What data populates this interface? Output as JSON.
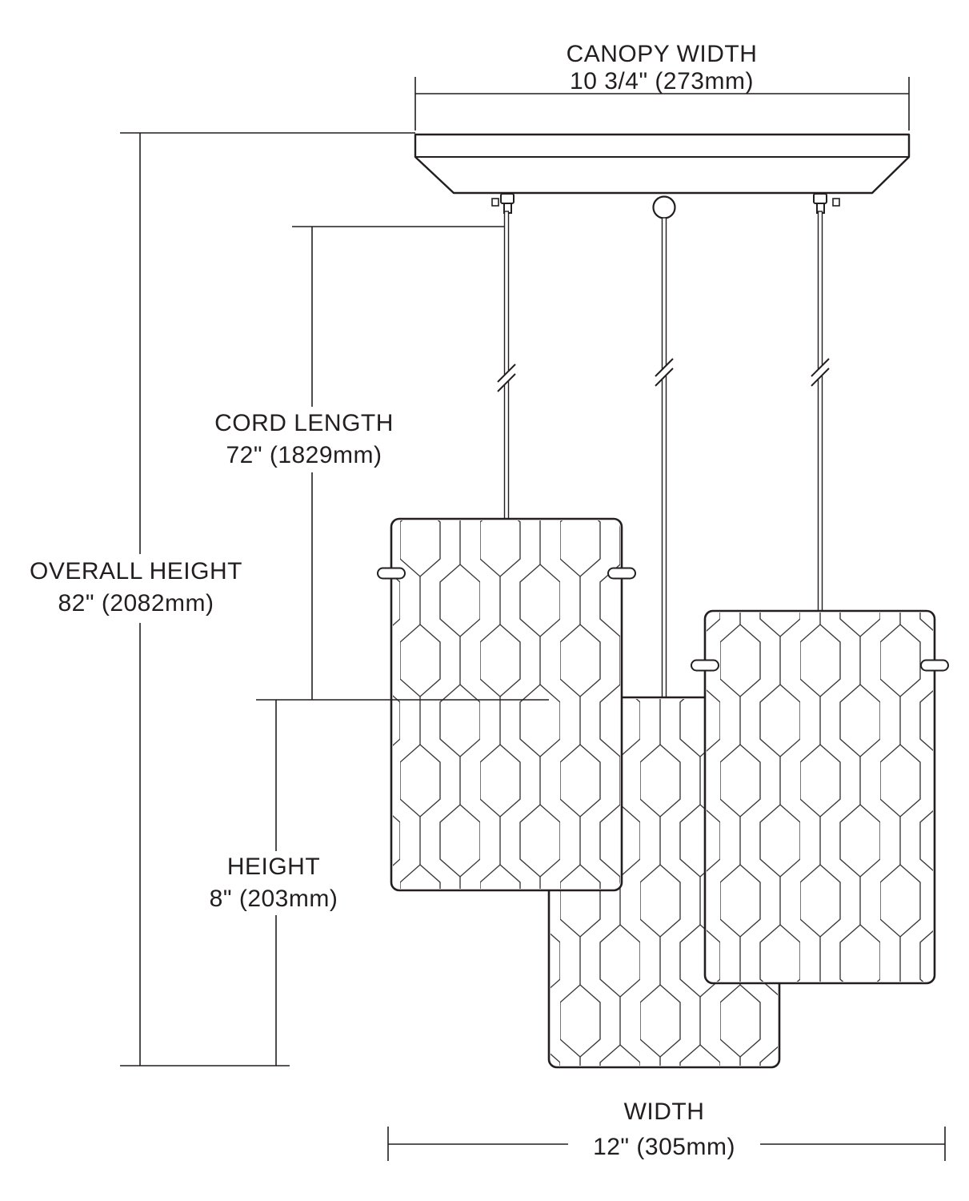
{
  "diagram_title": "Three-light pendant fixture dimension drawing",
  "dimensions": {
    "canopy_width": {
      "label": "CANOPY WIDTH",
      "value": "10 3/4\" (273mm)"
    },
    "cord_length": {
      "label": "CORD LENGTH",
      "value": "72\" (1829mm)"
    },
    "overall_height": {
      "label": "OVERALL HEIGHT",
      "value": "82\" (2082mm)"
    },
    "height": {
      "label": "HEIGHT",
      "value": "8\" (203mm)"
    },
    "width": {
      "label": "WIDTH",
      "value": "12\" (305mm)"
    }
  },
  "colors": {
    "line": "#231f20",
    "pattern_line": "#3d3a3a",
    "background": "#ffffff"
  },
  "parts": {
    "canopy": "canopy plate",
    "cords": 3,
    "shades": 3,
    "shade_pattern": "elongated hexagon mesh"
  }
}
